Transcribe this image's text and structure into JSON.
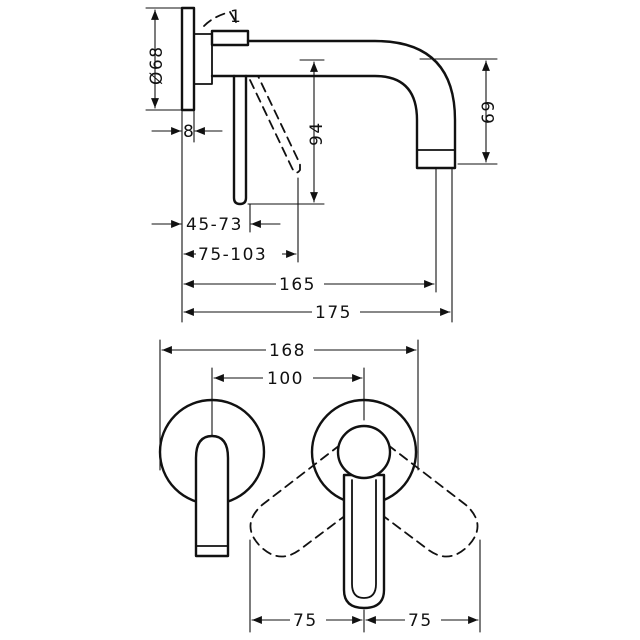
{
  "side_view": {
    "dim_diameter": "Ø68",
    "dim_plate_thickness": "8",
    "dim_lever_angle": "1",
    "dim_height_94": "94",
    "dim_height_69": "69",
    "dim_offset_range": "45-73",
    "dim_lever_range": "75-103",
    "dim_spout_165": "165",
    "dim_spout_175": "175"
  },
  "front_view": {
    "dim_total_width": "168",
    "dim_center_distance": "100",
    "dim_left_swing": "75",
    "dim_right_swing": "75"
  }
}
